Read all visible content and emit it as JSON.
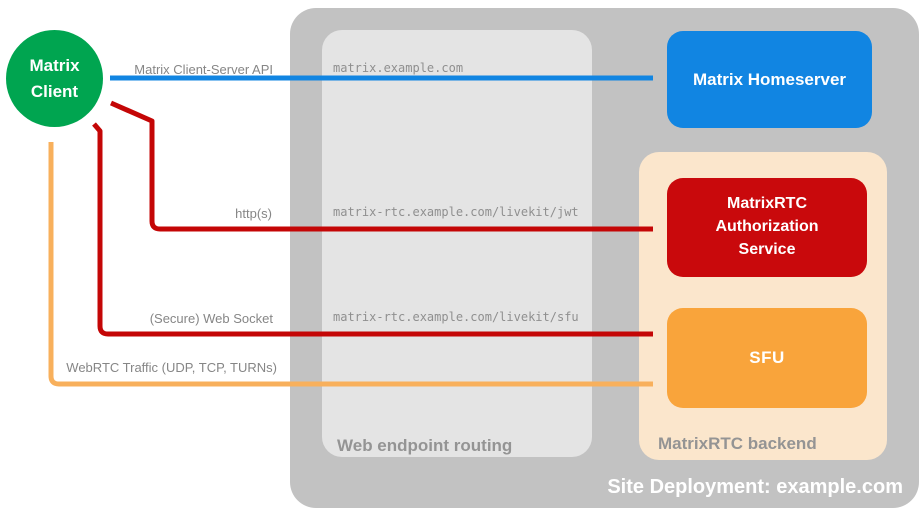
{
  "diagram": {
    "title": "Site Deployment: example.com",
    "client": {
      "label": "Matrix Client",
      "color": "#00A550"
    },
    "homeserver": {
      "label": "Matrix Homeserver",
      "color": "#1185E2"
    },
    "routing": {
      "label": "Web endpoint routing",
      "endpoints": [
        "matrix.example.com",
        "matrix-rtc.example.com/livekit/jwt",
        "matrix-rtc.example.com/livekit/sfu"
      ]
    },
    "backend": {
      "label": "MatrixRTC backend",
      "auth_service": {
        "label": "MatrixRTC Authorization Service",
        "color": "#C9090C"
      },
      "sfu": {
        "label": "SFU",
        "color": "#F9A43B"
      }
    },
    "connections": [
      {
        "from": "Matrix Client",
        "to": "Matrix Homeserver",
        "label": "Matrix Client-Server API",
        "color": "#1185E2"
      },
      {
        "from": "Matrix Client",
        "to": "MatrixRTC Authorization Service",
        "label": "http(s)",
        "color": "#C40606"
      },
      {
        "from": "Matrix Client",
        "to": "SFU",
        "label": "(Secure) Web Socket",
        "color": "#C40606"
      },
      {
        "from": "Matrix Client",
        "to": "SFU",
        "label": "WebRTC Traffic (UDP, TCP, TURNs)",
        "color": "#F8B05C"
      }
    ],
    "colors": {
      "site_container": "#C2C2C2",
      "routing_box": "#E4E4E4",
      "backend_box": "#FBE6CC"
    }
  }
}
